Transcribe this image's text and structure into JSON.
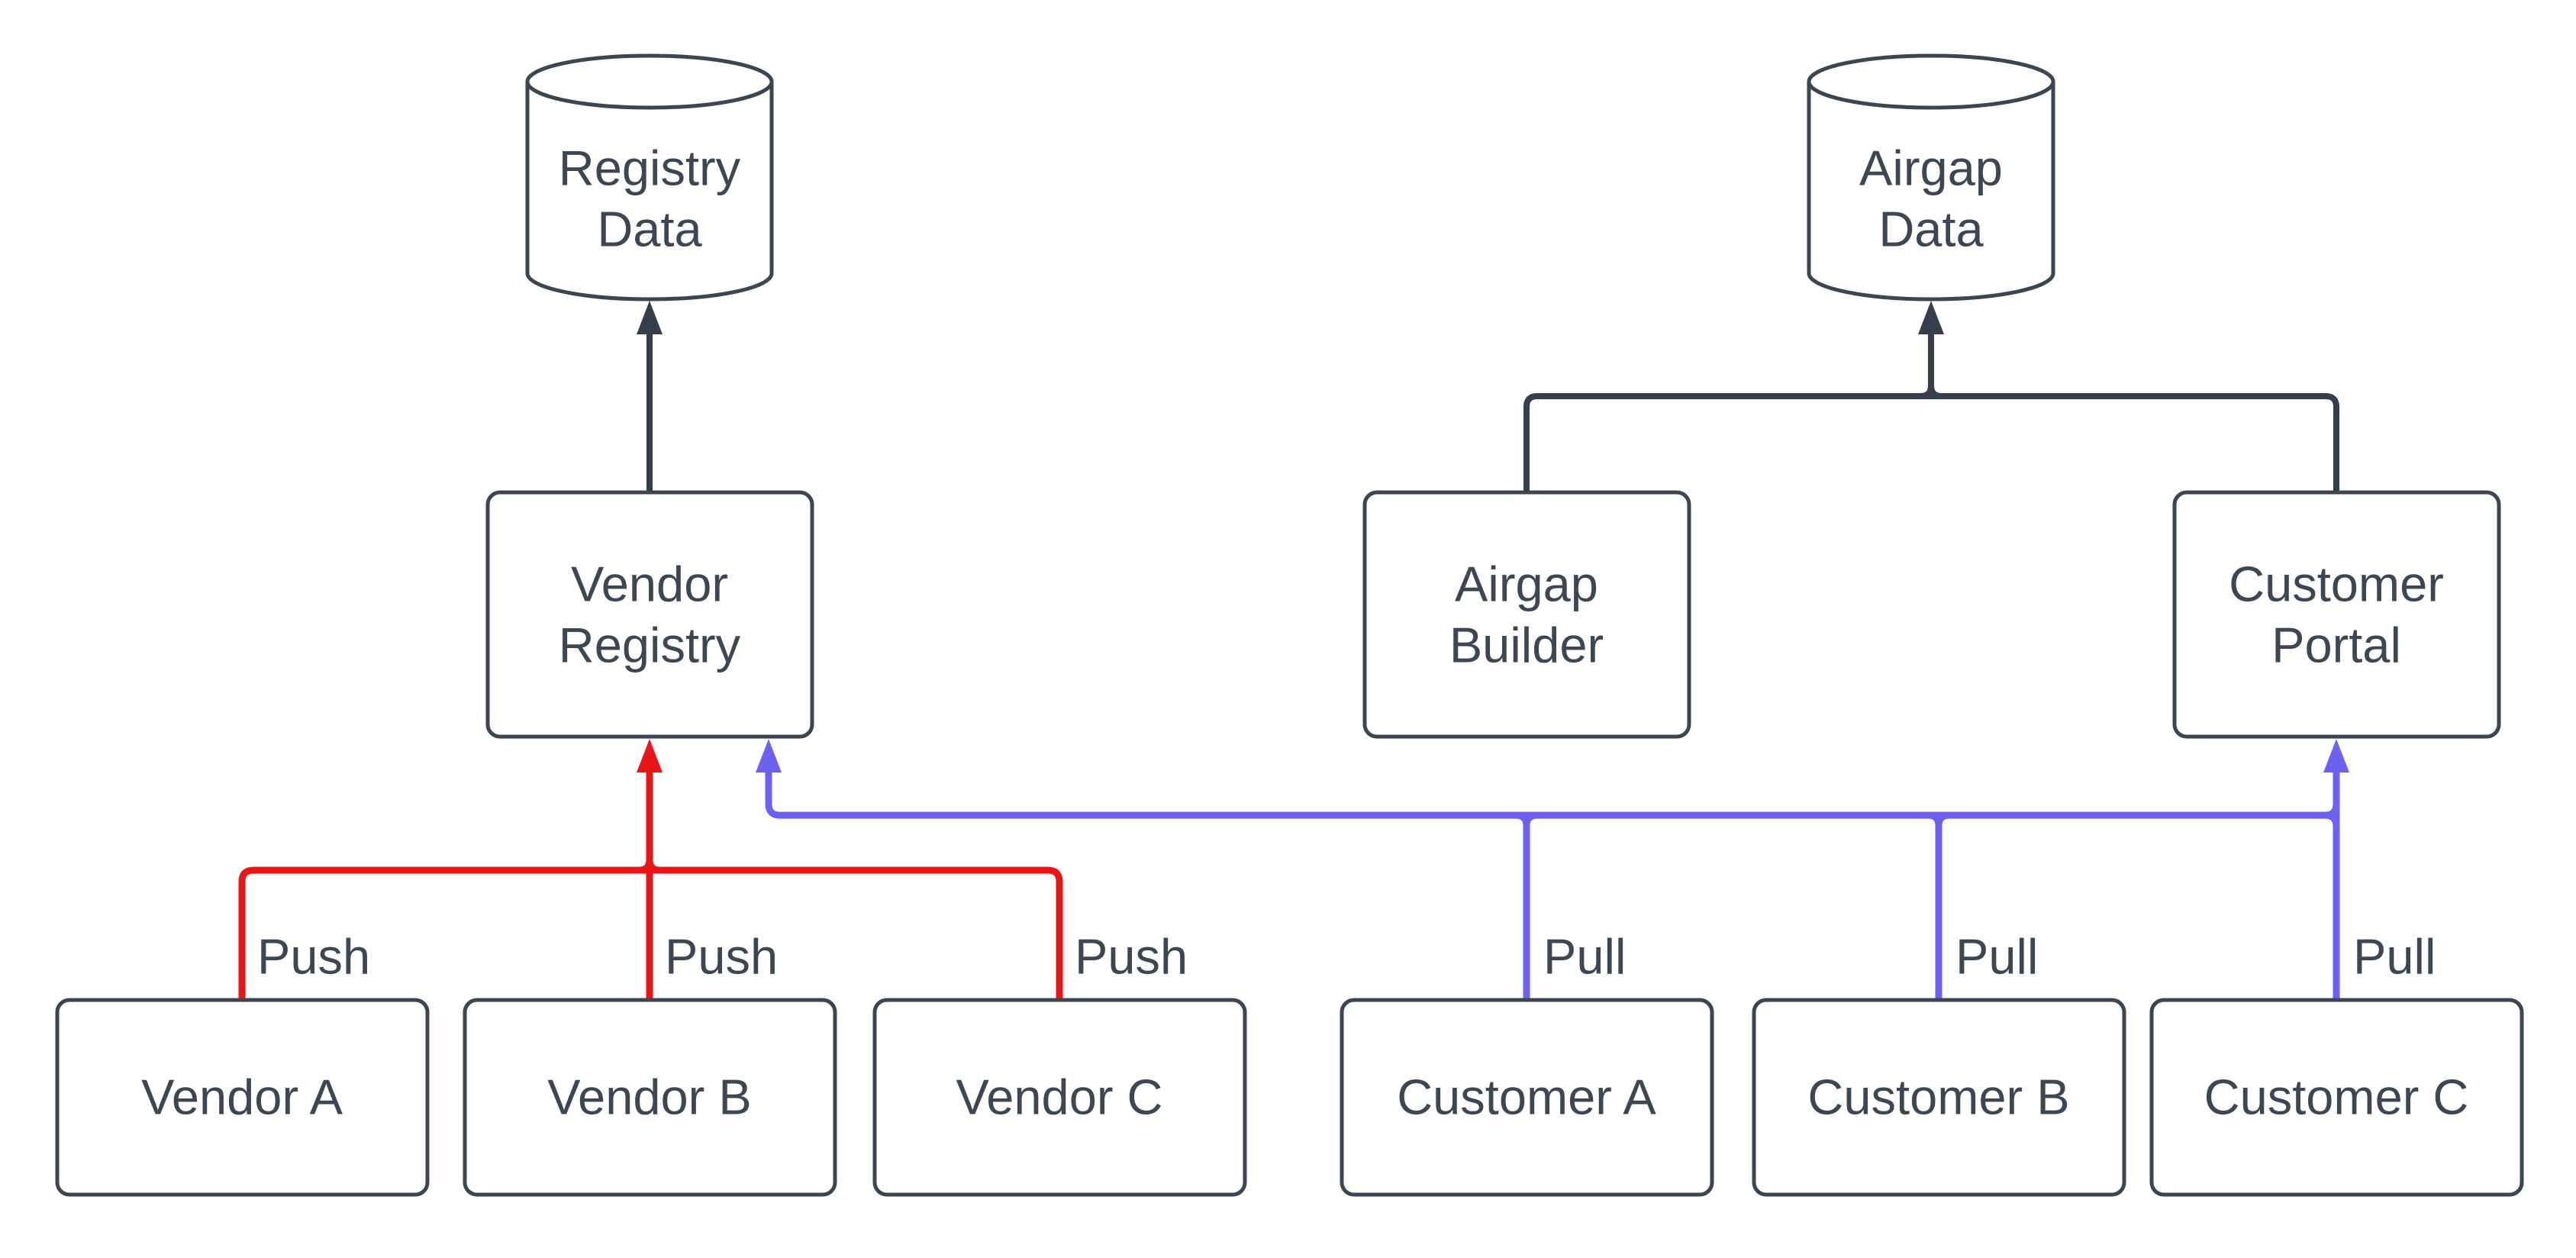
{
  "diagram": {
    "type": "flow-diagram",
    "colors": {
      "background": "#ffffff",
      "node_fill": "#ffffff",
      "node_stroke": "#3c4553",
      "label_text": "#3c4654",
      "push_edge": "#e81616",
      "pull_edge": "#6b62f2",
      "data_edge": "#343e4d"
    },
    "datastores": [
      {
        "id": "registry-data",
        "lines": [
          "Registry",
          "Data"
        ]
      },
      {
        "id": "airgap-data",
        "lines": [
          "Airgap",
          "Data"
        ]
      }
    ],
    "services": [
      {
        "id": "vendor-registry",
        "lines": [
          "Vendor",
          "Registry"
        ]
      },
      {
        "id": "airgap-builder",
        "lines": [
          "Airgap",
          "Builder"
        ]
      },
      {
        "id": "customer-portal",
        "lines": [
          "Customer",
          "Portal"
        ]
      }
    ],
    "actors": [
      {
        "id": "vendor-a",
        "label": "Vendor A"
      },
      {
        "id": "vendor-b",
        "label": "Vendor B"
      },
      {
        "id": "vendor-c",
        "label": "Vendor C"
      },
      {
        "id": "customer-a",
        "label": "Customer A"
      },
      {
        "id": "customer-b",
        "label": "Customer B"
      },
      {
        "id": "customer-c",
        "label": "Customer C"
      }
    ],
    "edges": [
      {
        "id": "push-vendor-a",
        "from": "Vendor A",
        "to": "Vendor Registry",
        "label": "Push",
        "color": "#e81616"
      },
      {
        "id": "push-vendor-b",
        "from": "Vendor B",
        "to": "Vendor Registry",
        "label": "Push",
        "color": "#e81616"
      },
      {
        "id": "push-vendor-c",
        "from": "Vendor C",
        "to": "Vendor Registry",
        "label": "Push",
        "color": "#e81616"
      },
      {
        "id": "pull-customer-a",
        "from": "Customer A",
        "to": "Vendor Registry",
        "label": "Pull",
        "color": "#6b62f2"
      },
      {
        "id": "pull-customer-b",
        "from": "Customer B",
        "to": "Vendor Registry",
        "label": "Pull",
        "color": "#6b62f2"
      },
      {
        "id": "pull-customer-c",
        "from": "Customer C",
        "to": "Customer Portal",
        "label": "Pull",
        "color": "#6b62f2"
      }
    ],
    "data_flows": [
      {
        "from": "Vendor Registry",
        "to": "Registry Data"
      },
      {
        "from": "Airgap Builder",
        "to": "Airgap Data"
      },
      {
        "from": "Customer Portal",
        "to": "Airgap Data"
      }
    ]
  }
}
